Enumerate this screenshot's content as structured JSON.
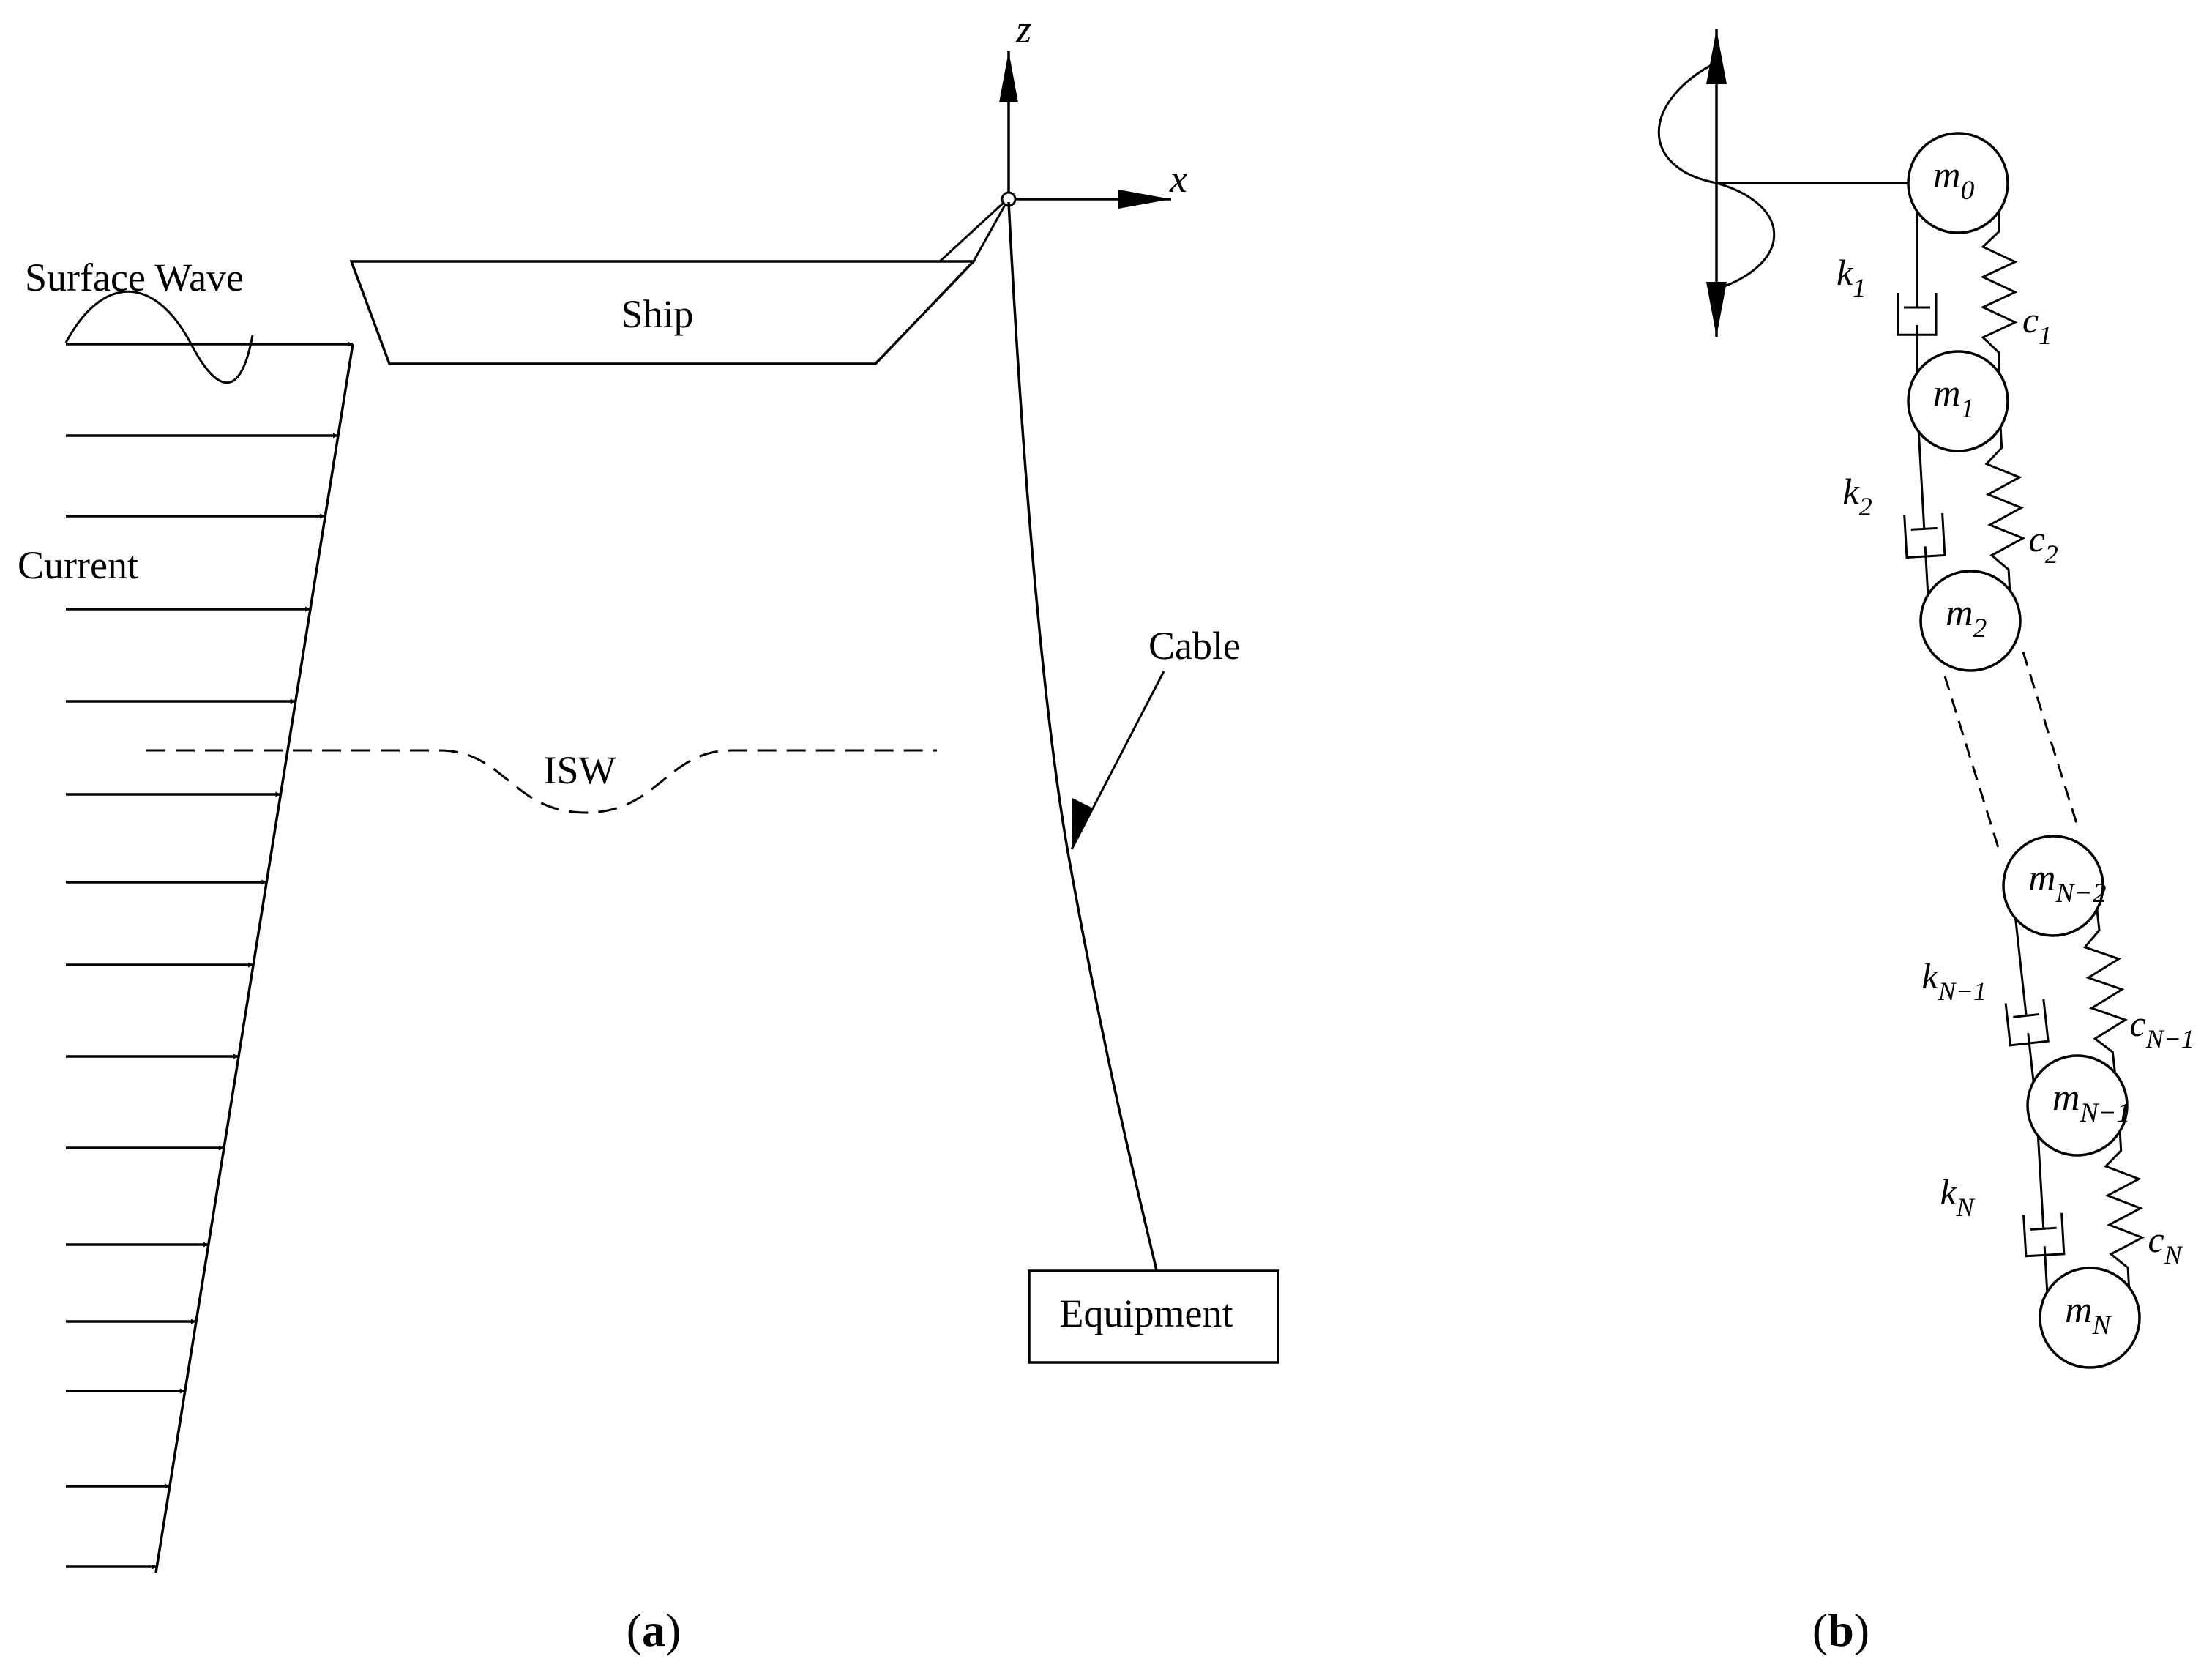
{
  "panel_a": {
    "label": "a",
    "axis_z": "z",
    "axis_x": "x",
    "surface_wave": "Surface Wave",
    "ship": "Ship",
    "current": "Current",
    "isw": "ISW",
    "cable": "Cable",
    "equipment": "Equipment"
  },
  "panel_b": {
    "label": "b",
    "masses": [
      {
        "base": "m",
        "sub": "0"
      },
      {
        "base": "m",
        "sub": "1"
      },
      {
        "base": "m",
        "sub": "2"
      },
      {
        "base": "m",
        "sub": "N−2"
      },
      {
        "base": "m",
        "sub": "N−1"
      },
      {
        "base": "m",
        "sub": "N"
      }
    ],
    "springs": [
      {
        "base": "k",
        "sub": "1"
      },
      {
        "base": "k",
        "sub": "2"
      },
      {
        "base": "k",
        "sub": "N−1"
      },
      {
        "base": "k",
        "sub": "N"
      }
    ],
    "dampers": [
      {
        "base": "c",
        "sub": "1"
      },
      {
        "base": "c",
        "sub": "2"
      },
      {
        "base": "c",
        "sub": "N−1"
      },
      {
        "base": "c",
        "sub": "N"
      }
    ]
  }
}
